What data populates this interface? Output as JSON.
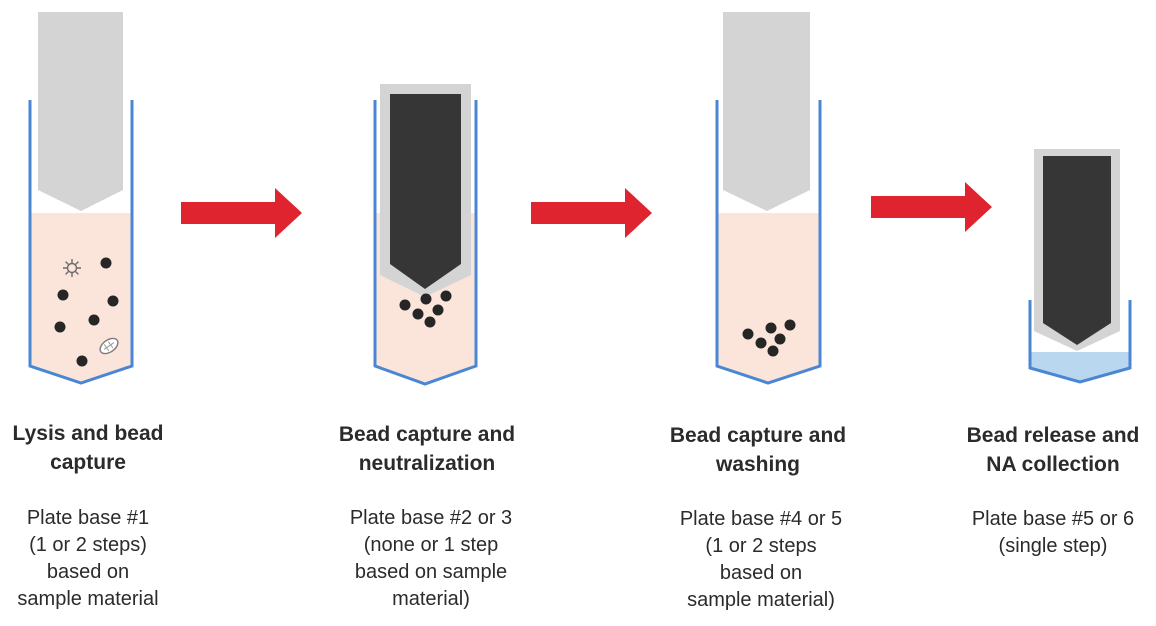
{
  "colors": {
    "tube_wall": "#4a86d4",
    "sample_liquid": "#fbe5da",
    "elution_liquid": "#b9d7ee",
    "tip_sheath": "#d4d4d4",
    "magnet_rod": "#363636",
    "bead": "#262626",
    "arrow": "#e0242f"
  },
  "steps": [
    {
      "title_lines": [
        "Lysis and bead",
        "capture"
      ],
      "desc_lines": [
        "Plate base #1",
        "(1 or 2 steps)",
        "based on",
        "sample material"
      ]
    },
    {
      "title_lines": [
        "Bead capture and",
        "neutralization"
      ],
      "desc_lines": [
        "Plate base #2 or 3",
        "(none or 1 step",
        "based on sample",
        "material)"
      ]
    },
    {
      "title_lines": [
        "Bead capture and",
        "washing"
      ],
      "desc_lines": [
        "Plate base #4 or 5",
        "(1 or 2 steps",
        "based on",
        "sample material)"
      ]
    },
    {
      "title_lines": [
        "Bead release and",
        "NA collection"
      ],
      "desc_lines": [
        "Plate base #5 or 6",
        "(single step)"
      ]
    }
  ]
}
